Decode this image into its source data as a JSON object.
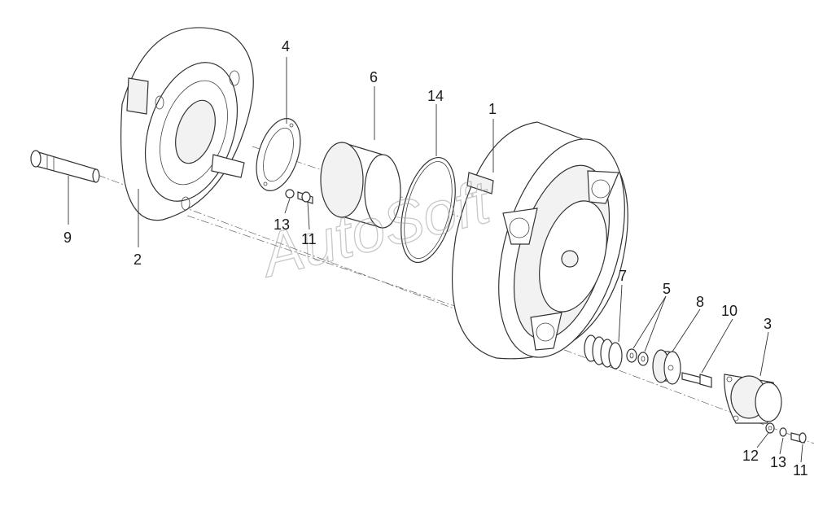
{
  "callouts": {
    "c1": "1",
    "c2": "2",
    "c3": "3",
    "c4": "4",
    "c5": "5",
    "c6": "6",
    "c7": "7",
    "c8": "8",
    "c9": "9",
    "c10": "10",
    "c11a": "11",
    "c11b": "11",
    "c12": "12",
    "c13a": "13",
    "c13b": "13",
    "c14": "14"
  },
  "watermark": "AutoSoft"
}
